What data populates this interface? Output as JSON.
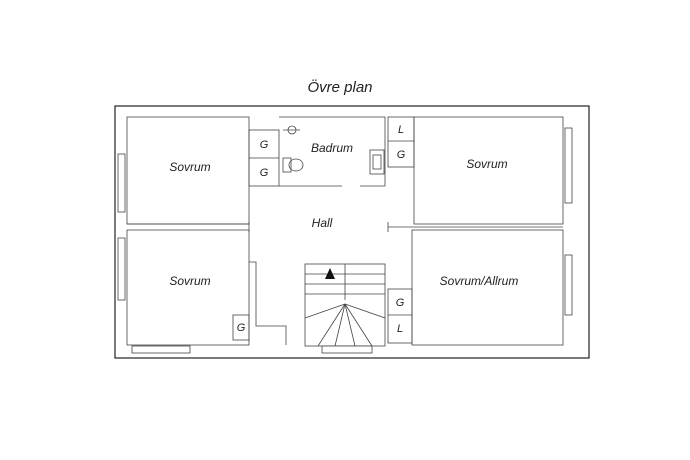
{
  "title": "Övre plan",
  "rooms": {
    "bedroom_top_left": "Sovrum",
    "bathroom": "Badrum",
    "bedroom_top_right": "Sovrum",
    "hall": "Hall",
    "bedroom_bottom_left": "Sovrum",
    "bedroom_bottom_right": "Sovrum/Allrum"
  },
  "units": {
    "closet_g": "G",
    "closet_l": "L"
  }
}
